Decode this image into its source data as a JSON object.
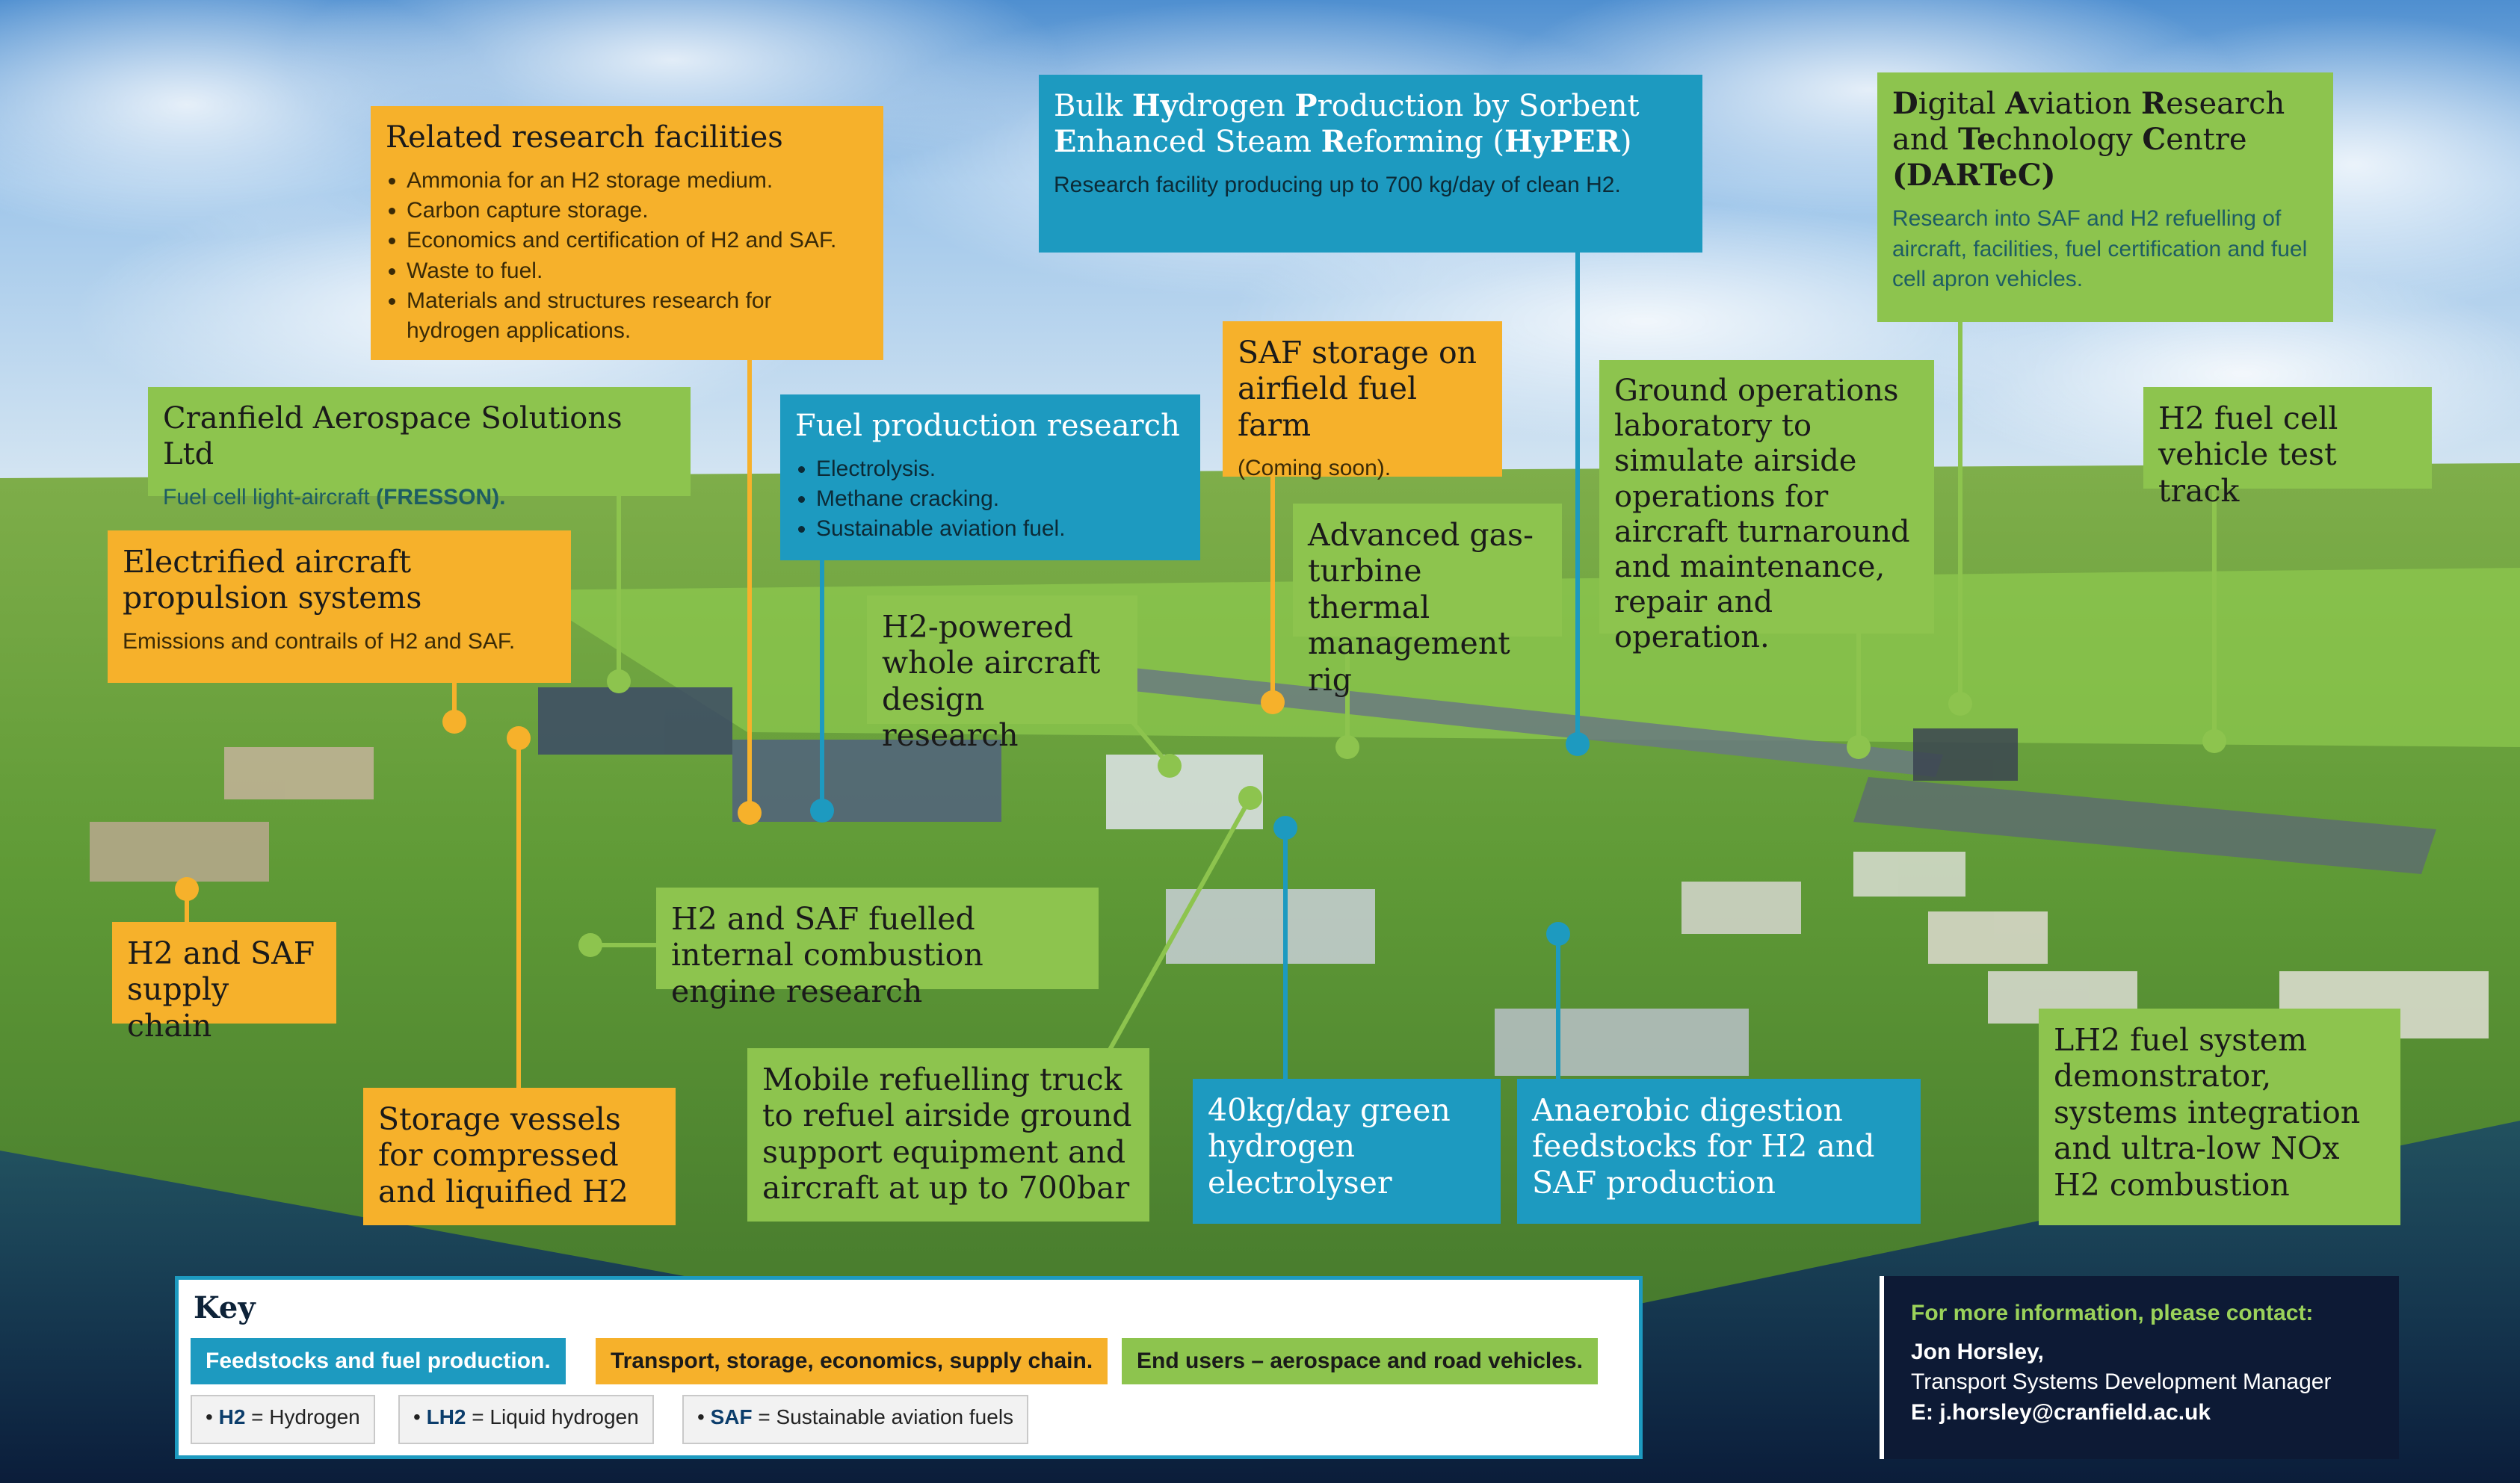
{
  "boxes": {
    "related": {
      "title": "Related research facilities",
      "items": [
        "Ammonia for an H2 storage medium.",
        "Carbon capture storage.",
        "Economics and certification of H2 and SAF.",
        "Waste to fuel.",
        "Materials and structures research for hydrogen applications."
      ]
    },
    "hyper": {
      "title_parts": [
        "",
        "Bulk ",
        "Hy",
        "drogen ",
        "P",
        "roduction by Sorbent ",
        "E",
        "nhanced Steam ",
        "R",
        "eforming (",
        "HyPER",
        ")"
      ],
      "body": "Research facility producing up to 700 kg/day of clean H2."
    },
    "dartec": {
      "title_parts": [
        "D",
        "igital ",
        "A",
        "viation ",
        "R",
        "esearch and ",
        "Te",
        "chnology ",
        "C",
        "entre ",
        "(DARTeC)"
      ],
      "body": "Research into SAF and H2 refuelling of aircraft, facilities, fuel certification and fuel cell apron vehicles."
    },
    "cranfield_aero": {
      "title": "Cranfield Aerospace Solutions Ltd",
      "body_prefix": "Fuel cell light-aircraft ",
      "body_bold": "(FRESSON)."
    },
    "fuel_production": {
      "title": "Fuel production research",
      "items": [
        "Electrolysis.",
        "Methane cracking.",
        "Sustainable aviation fuel."
      ]
    },
    "saf_storage": {
      "title": "SAF storage on airfield fuel farm",
      "body": "(Coming soon)."
    },
    "ground_ops": {
      "title": "Ground operations laboratory to simulate airside operations for aircraft turnaround and maintenance, repair and operation."
    },
    "h2_track": {
      "title": "H2 fuel cell vehicle test track"
    },
    "electrified": {
      "title": "Electrified aircraft propulsion systems",
      "body": "Emissions and contrails of H2 and SAF."
    },
    "gas_turbine": {
      "title": "Advanced gas-turbine thermal management rig"
    },
    "h2_design": {
      "title": "H2-powered whole aircraft design research"
    },
    "supply_chain": {
      "title": "H2 and SAF supply chain"
    },
    "ice_research": {
      "title": "H2 and SAF fuelled internal combustion engine research"
    },
    "storage_vessels": {
      "title": "Storage vessels for compressed and liquified H2"
    },
    "mobile_truck": {
      "title": "Mobile refuelling truck to refuel airside ground support equipment and aircraft at up to 700bar"
    },
    "electrolyser": {
      "title": "40kg/day green hydrogen electrolyser"
    },
    "anaerobic": {
      "title": "Anaerobic digestion feedstocks for H2 and SAF production"
    },
    "lh2": {
      "title": "LH2 fuel system demonstrator, systems integration and ultra-low NOx H2 combustion"
    }
  },
  "key": {
    "title": "Key",
    "categories": [
      {
        "label": "Feedstocks and fuel production.",
        "color": "#1d9ac0"
      },
      {
        "label": "Transport, storage, economics, supply chain.",
        "color": "#f6b12b"
      },
      {
        "label": "End users – aerospace and road vehicles.",
        "color": "#8dc44e"
      }
    ],
    "abbreviations": [
      {
        "term": "H2",
        "definition": "= Hydrogen"
      },
      {
        "term": "LH2",
        "definition": "= Liquid hydrogen"
      },
      {
        "term": "SAF",
        "definition": "= Sustainable aviation fuels"
      }
    ]
  },
  "contact": {
    "lead": "For more information, please contact:",
    "name": "Jon Horsley,",
    "role": "Transport Systems Development Manager",
    "email": "E: j.horsley@cranfield.ac.uk"
  },
  "colors": {
    "feedstocks": "#1d9ac0",
    "transport": "#f6b12b",
    "end_users": "#8dc44e",
    "navy": "#0d1a35"
  }
}
